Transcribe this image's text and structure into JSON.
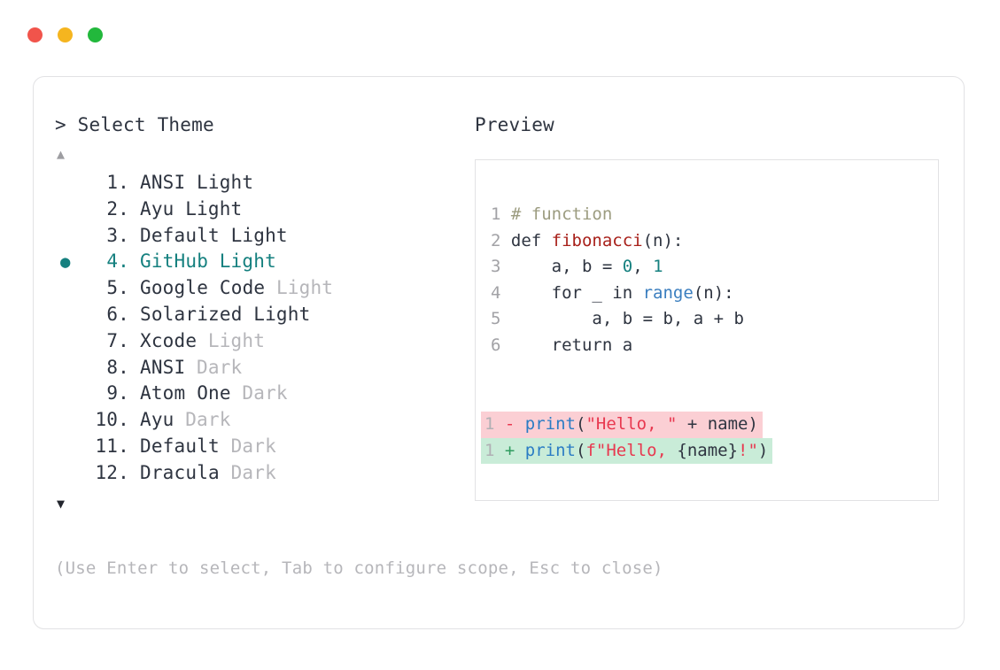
{
  "window": {
    "dots": [
      {
        "name": "close",
        "color": "#f1544b"
      },
      {
        "name": "minimize",
        "color": "#f5b51f"
      },
      {
        "name": "maximize",
        "color": "#22b83c"
      }
    ]
  },
  "selector": {
    "prompt": "> Select Theme",
    "scroll_up_indicator": "▲",
    "scroll_down_indicator": "▼",
    "selected_index": 4,
    "selected_bullet": "●",
    "items": [
      {
        "index": "1.",
        "name": "ANSI",
        "variant": "Light",
        "variant_dim": false,
        "selected": false
      },
      {
        "index": "2.",
        "name": "Ayu",
        "variant": "Light",
        "variant_dim": false,
        "selected": false
      },
      {
        "index": "3.",
        "name": "Default",
        "variant": "Light",
        "variant_dim": false,
        "selected": false
      },
      {
        "index": "4.",
        "name": "GitHub",
        "variant": "Light",
        "variant_dim": false,
        "selected": true
      },
      {
        "index": "5.",
        "name": "Google Code",
        "variant": "Light",
        "variant_dim": true,
        "selected": false
      },
      {
        "index": "6.",
        "name": "Solarized",
        "variant": "Light",
        "variant_dim": false,
        "selected": false
      },
      {
        "index": "7.",
        "name": "Xcode",
        "variant": "Light",
        "variant_dim": true,
        "selected": false
      },
      {
        "index": "8.",
        "name": "ANSI",
        "variant": "Dark",
        "variant_dim": true,
        "selected": false
      },
      {
        "index": "9.",
        "name": "Atom One",
        "variant": "Dark",
        "variant_dim": true,
        "selected": false
      },
      {
        "index": "10.",
        "name": "Ayu",
        "variant": "Dark",
        "variant_dim": true,
        "selected": false
      },
      {
        "index": "11.",
        "name": "Default",
        "variant": "Dark",
        "variant_dim": true,
        "selected": false
      },
      {
        "index": "12.",
        "name": "Dracula",
        "variant": "Dark",
        "variant_dim": true,
        "selected": false
      }
    ],
    "hint": "(Use Enter to select, Tab to configure scope, Esc to close)"
  },
  "preview": {
    "label": "Preview",
    "code_lines": [
      {
        "lineno": "1",
        "tokens": [
          {
            "text": "# function",
            "cls": "tok-comment"
          }
        ]
      },
      {
        "lineno": "2",
        "tokens": [
          {
            "text": "def ",
            "cls": "tok-kw"
          },
          {
            "text": "fibonacci",
            "cls": "tok-fnname"
          },
          {
            "text": "(n):",
            "cls": "tok-plain"
          }
        ]
      },
      {
        "lineno": "3",
        "tokens": [
          {
            "text": "    a, b = ",
            "cls": "tok-plain"
          },
          {
            "text": "0",
            "cls": "tok-num"
          },
          {
            "text": ", ",
            "cls": "tok-plain"
          },
          {
            "text": "1",
            "cls": "tok-num"
          }
        ]
      },
      {
        "lineno": "4",
        "tokens": [
          {
            "text": "    for _ in ",
            "cls": "tok-plain"
          },
          {
            "text": "range",
            "cls": "tok-builtin"
          },
          {
            "text": "(n):",
            "cls": "tok-plain"
          }
        ]
      },
      {
        "lineno": "5",
        "tokens": [
          {
            "text": "        a, b = b, a + b",
            "cls": "tok-plain"
          }
        ]
      },
      {
        "lineno": "6",
        "tokens": [
          {
            "text": "    return a",
            "cls": "tok-plain"
          }
        ]
      }
    ],
    "diff_lines": [
      {
        "type": "removed",
        "lineno": "1",
        "sign": "-",
        "tokens": [
          {
            "text": "print",
            "cls": "tok-fn-blue"
          },
          {
            "text": "(",
            "cls": "tok-plain"
          },
          {
            "text": "\"Hello, \"",
            "cls": "tok-str"
          },
          {
            "text": " + name)",
            "cls": "tok-plain"
          }
        ]
      },
      {
        "type": "added",
        "lineno": "1",
        "sign": "+",
        "tokens": [
          {
            "text": "print",
            "cls": "tok-fn-blue"
          },
          {
            "text": "(",
            "cls": "tok-plain"
          },
          {
            "text": "f\"Hello, ",
            "cls": "tok-str"
          },
          {
            "text": "{name}",
            "cls": "tok-plain"
          },
          {
            "text": "!\"",
            "cls": "tok-str"
          },
          {
            "text": ")",
            "cls": "tok-plain"
          }
        ]
      }
    ]
  },
  "colors": {
    "teal_accent": "#15807f",
    "text_primary": "#2e3440",
    "text_dim": "#b6b6ba",
    "border": "#e2e2e4",
    "diff_removed_bg": "#fbcfd4",
    "diff_added_bg": "#c9ecd8"
  }
}
